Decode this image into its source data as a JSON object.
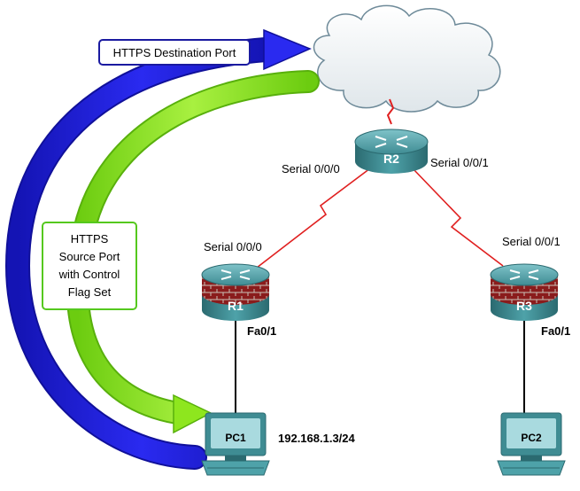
{
  "callouts": {
    "destination": "HTTPS Destination Port",
    "source_lines": [
      "HTTPS",
      "Source Port",
      "with Control",
      "Flag Set"
    ]
  },
  "devices": {
    "r2": {
      "name": "R2",
      "left_port": "Serial 0/0/0",
      "right_port": "Serial 0/0/1"
    },
    "r1": {
      "name": "R1",
      "serial": "Serial 0/0/0",
      "fa": "Fa0/1"
    },
    "r3": {
      "name": "R3",
      "serial": "Serial 0/0/1",
      "fa": "Fa0/1"
    },
    "pc1": {
      "name": "PC1",
      "ip": "192.168.1.3/24"
    },
    "pc2": {
      "name": "PC2"
    }
  },
  "colors": {
    "blue_arrow": "#1f1fe6",
    "green_arrow": "#8ee61e",
    "serial_link": "#e02020",
    "ethernet_link": "#000000",
    "router_body": "#3f8c93",
    "firewall_brick": "#8a1c1c",
    "pc_body": "#3f8c93"
  }
}
